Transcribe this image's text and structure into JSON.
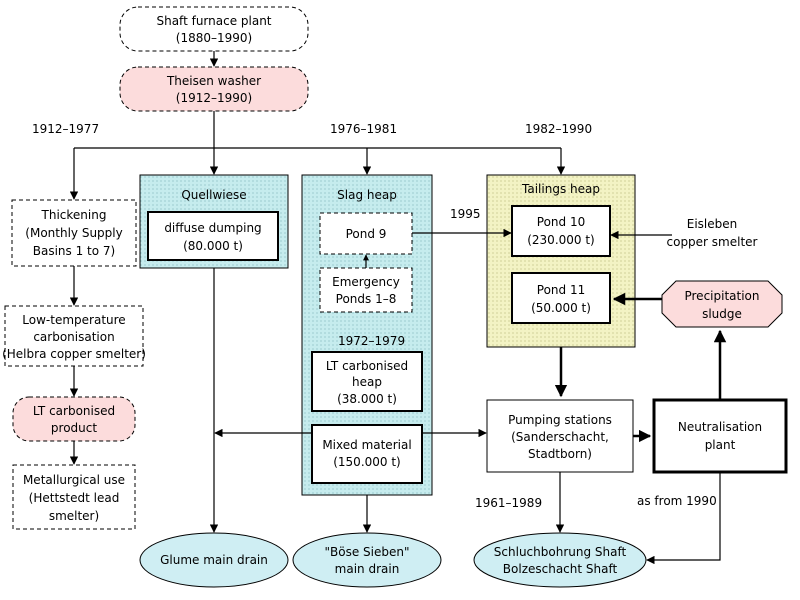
{
  "nodes": {
    "shaft_furnace": [
      "Shaft furnace plant",
      "(1880–1990)"
    ],
    "theisen": [
      "Theisen washer",
      "(1912–1990)"
    ],
    "quellwiese": [
      "Quellwiese"
    ],
    "diffuse": [
      "diffuse dumping",
      "(80.000 t)"
    ],
    "slag_heap": [
      "Slag heap"
    ],
    "pond9": [
      "Pond 9"
    ],
    "emergency": [
      "Emergency",
      "Ponds 1–8"
    ],
    "lt_heap": [
      "LT carbonised",
      "heap",
      "(38.000 t)"
    ],
    "mixed": [
      "Mixed material",
      "(150.000 t)"
    ],
    "tailings": [
      "Tailings heap"
    ],
    "pond10": [
      "Pond 10",
      "(230.000 t)"
    ],
    "pond11": [
      "Pond 11",
      "(50.000 t)"
    ],
    "eisleben": [
      "Eisleben",
      "copper smelter"
    ],
    "precipitation": [
      "Precipitation",
      "sludge"
    ],
    "thickening": [
      "Thickening",
      "(Monthly Supply",
      "Basins 1 to 7)"
    ],
    "low_temp": [
      "Low-temperature",
      "carbonisation",
      "(Helbra copper smelter)"
    ],
    "lt_product": [
      "LT carbonised",
      "product"
    ],
    "metallurgical": [
      "Metallurgical use",
      "(Hettstedt lead",
      "smelter)"
    ],
    "pumping": [
      "Pumping stations",
      "(Sanderschacht,",
      "Stadtborn)"
    ],
    "neutralisation": [
      "Neutralisation",
      "plant"
    ],
    "glume": [
      "Glume main drain"
    ],
    "bose": [
      "\"Böse Sieben\"",
      "main drain"
    ],
    "schluch": [
      "Schluchbohrung Shaft",
      "Bolzeschacht Shaft"
    ]
  },
  "labels": {
    "y1912": "1912–1977",
    "y1976": "1976–1981",
    "y1982": "1982–1990",
    "y1995": "1995",
    "y1972": "1972–1979",
    "y1961": "1961–1989",
    "asfrom": "as from 1990"
  },
  "colors": {
    "pink": "#fcdcdc",
    "cyan": "#c6ecee",
    "yellow": "#f3f3c4",
    "ellipse": "#cfeef3"
  }
}
